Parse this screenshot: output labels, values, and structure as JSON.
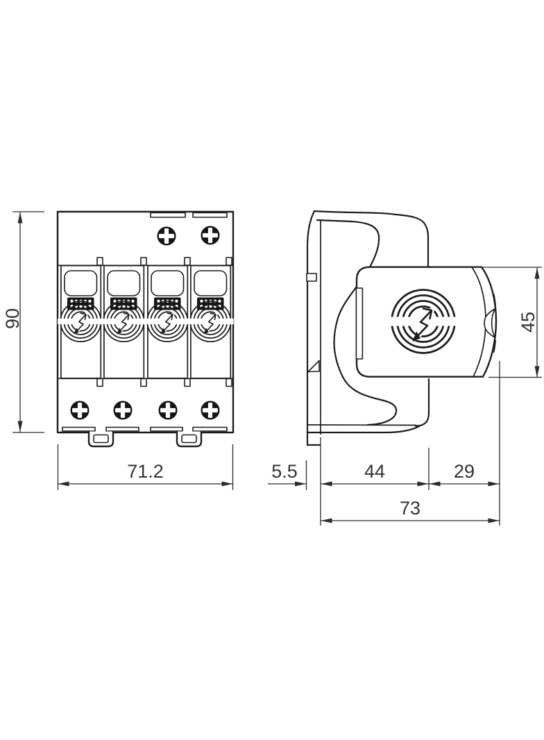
{
  "drawing": {
    "kind": "technical dimension drawing",
    "subject": "4-pole DIN-rail surge protection device, front and side views",
    "line_color": "#1d1d1d",
    "dimension_color": "#2c2c2c",
    "background_color": "#ffffff",
    "views": {
      "front": {
        "name": "front view",
        "module_count": 4,
        "top_screw_count": 2,
        "bottom_screw_count": 4,
        "foot_count": 2
      },
      "side": {
        "name": "side view"
      }
    }
  },
  "dimensions": {
    "height": {
      "label": "90",
      "orientation": "vertical",
      "view": "front"
    },
    "width": {
      "label": "71.2",
      "orientation": "horizontal",
      "view": "front"
    },
    "rail_offset": {
      "label": "5.5",
      "orientation": "horizontal",
      "view": "side"
    },
    "base_depth": {
      "label": "44",
      "orientation": "horizontal",
      "view": "side"
    },
    "module_depth": {
      "label": "29",
      "orientation": "horizontal",
      "view": "side"
    },
    "total_depth": {
      "label": "73",
      "orientation": "horizontal",
      "view": "side"
    },
    "module_height": {
      "label": "45",
      "orientation": "vertical",
      "view": "side"
    }
  }
}
